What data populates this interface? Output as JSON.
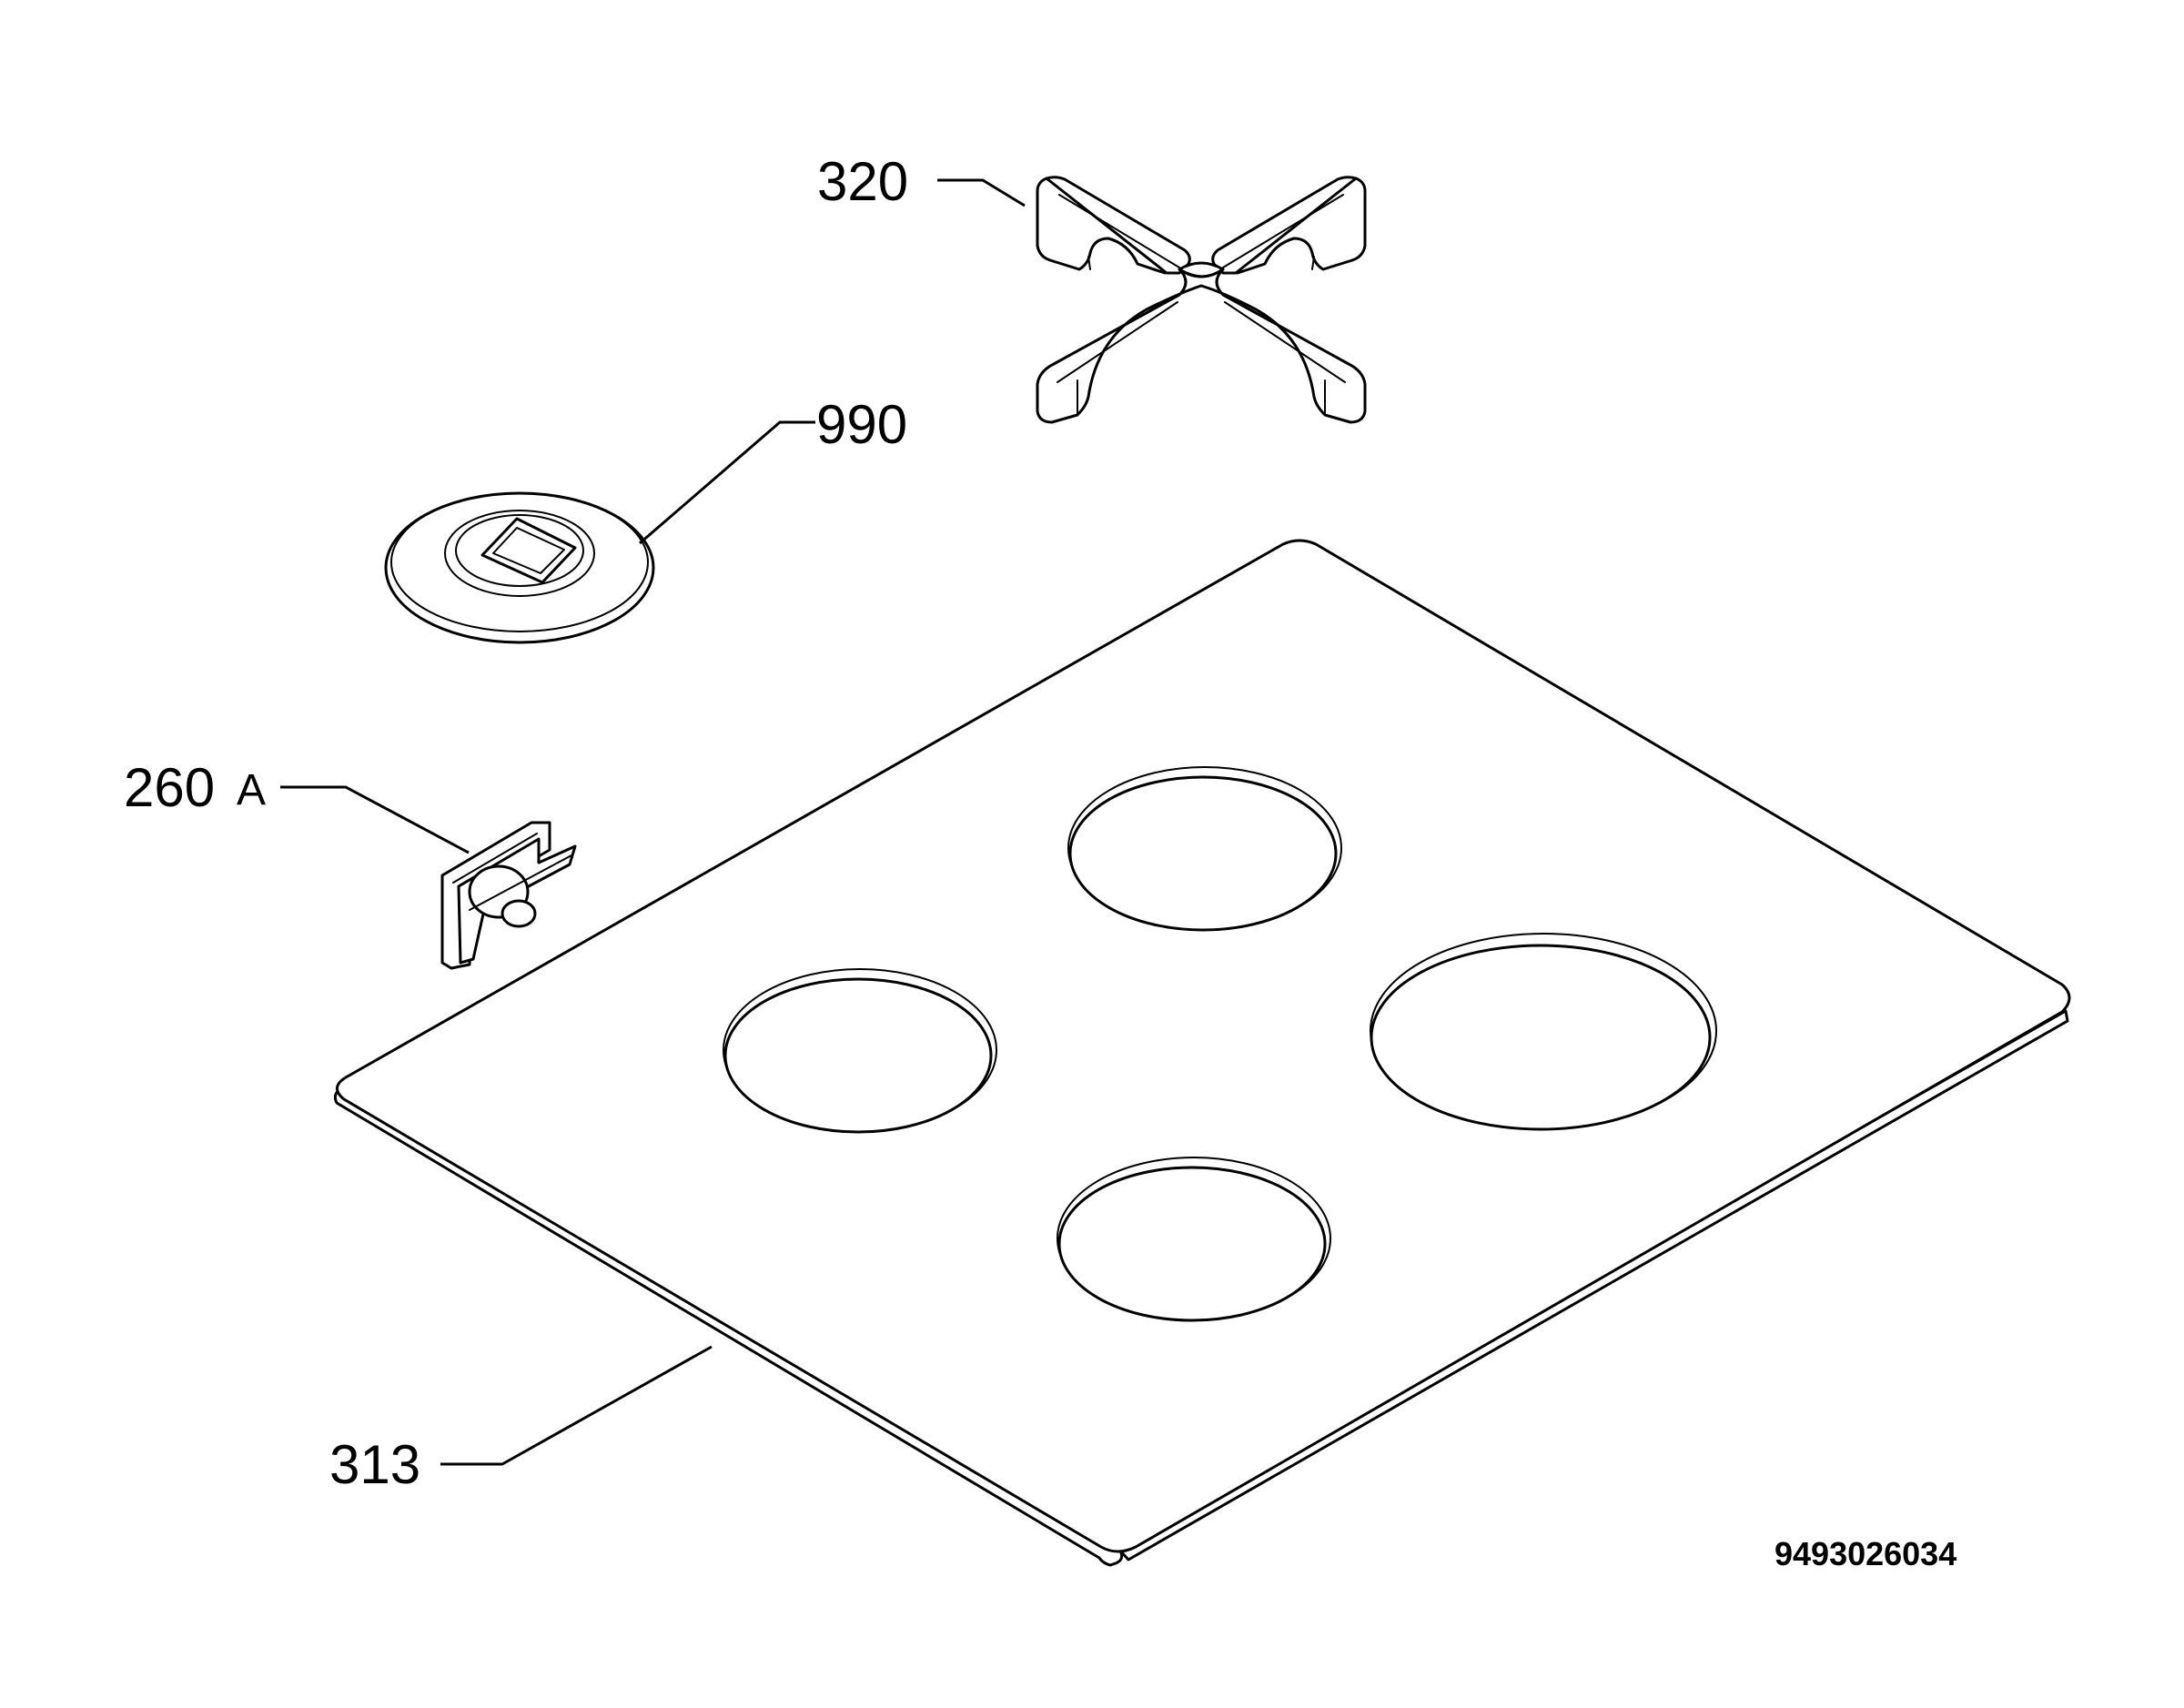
{
  "parts": [
    {
      "number": "320",
      "name": "pan support"
    },
    {
      "number": "990",
      "name": "burner cap"
    },
    {
      "number": "260",
      "suffix": "A",
      "name": "clip"
    },
    {
      "number": "313",
      "name": "hob top"
    }
  ],
  "document_number": "9493026034",
  "colors": {
    "line": "#000000",
    "background": "#ffffff"
  }
}
